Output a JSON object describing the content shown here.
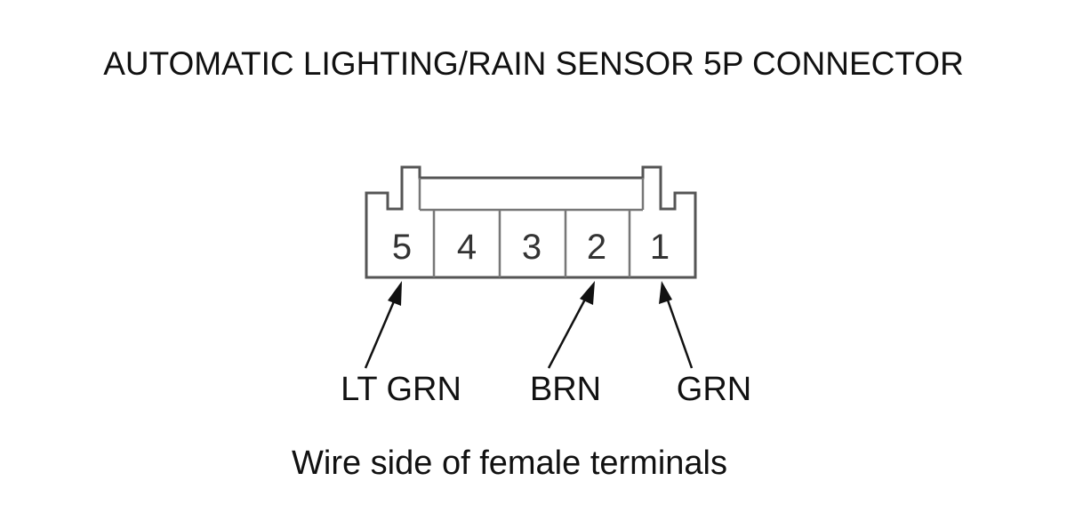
{
  "title": "AUTOMATIC LIGHTING/RAIN SENSOR 5P CONNECTOR",
  "connector": {
    "pins": [
      {
        "number": "5"
      },
      {
        "number": "4"
      },
      {
        "number": "3"
      },
      {
        "number": "2"
      },
      {
        "number": "1"
      }
    ]
  },
  "wires": [
    {
      "pin": "5",
      "color": "LT GRN"
    },
    {
      "pin": "2",
      "color": "BRN"
    },
    {
      "pin": "1",
      "color": "GRN"
    }
  ],
  "caption": "Wire side of female terminals"
}
